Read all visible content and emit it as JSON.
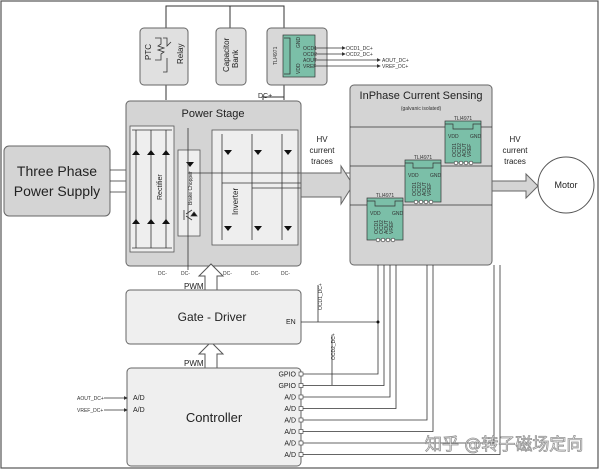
{
  "diagram": {
    "title": "Motor drive block diagram with InPhase current sensing",
    "blocks": {
      "power_supply": {
        "line1": "Three Phase",
        "line2": "Power Supply"
      },
      "ptc_relay": {
        "ptc": "PTC",
        "relay": "Relay"
      },
      "capacitor_bank": {
        "line1": "Capacitor",
        "line2": "Bank"
      },
      "dc_sensor": {
        "chip": "TLI4971",
        "pins_left": [
          "OCD1",
          "OCD2",
          "AOUT",
          "VREF"
        ],
        "pin_gnd": "GND",
        "pin_vdd": "VDD"
      },
      "power_stage": {
        "title": "Power Stage",
        "rectifier": "Rectifier",
        "brake_chopper": "Brake Chopper",
        "inverter": "Inverter"
      },
      "inphase": {
        "title": "InPhase Current Sensing",
        "subtitle": "(galvanic isolated)",
        "chip": "TLI4971",
        "pin_vdd": "VDD",
        "pin_gnd": "GND",
        "pins_out": [
          "OCD1",
          "OCD2",
          "AOUT",
          "VREF"
        ]
      },
      "motor": {
        "label": "Motor"
      },
      "gate_driver": {
        "label": "Gate - Driver",
        "en": "EN"
      },
      "controller": {
        "label": "Controller",
        "left_ports": [
          "A/D",
          "A/D"
        ],
        "right_ports": [
          "GPIO",
          "GPIO",
          "A/D",
          "A/D",
          "A/D",
          "A/D",
          "A/D",
          "A/D"
        ]
      }
    },
    "signals": {
      "dc_plus": "DC+",
      "dc_minus": "DC-",
      "ocd1": "OCD1_DC+",
      "ocd2": "OCD2_DC+",
      "aout": "AOUT_DC+",
      "vref": "VREF_DC+",
      "pwm": "PWM",
      "hv1": [
        "HV",
        "current",
        "traces"
      ],
      "hv2": [
        "HV",
        "current",
        "traces"
      ]
    },
    "watermark": "知乎 @转子磁场定向"
  }
}
